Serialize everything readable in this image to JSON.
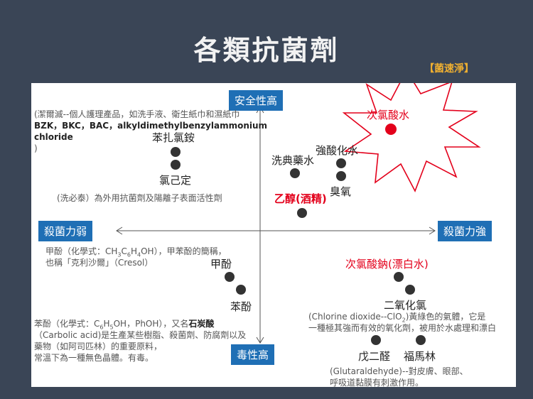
{
  "title": "各類抗菌劑",
  "tag": "【菌速淨】",
  "axes": {
    "top": "安全性高",
    "bottom": "毒性高",
    "left": "殺菌力弱",
    "right": "殺菌力強"
  },
  "agents": {
    "hypochlorous": "次氯酸水",
    "benzalkonium": "苯扎氯銨",
    "chlorhexidine": "氯己定",
    "hibitane": "洗典藥水",
    "strong_acid": "強酸化水",
    "ozone": "臭氧",
    "ethanol": "乙醇(酒精)",
    "cresol": "甲酚",
    "phenol": "苯酚",
    "sodium_hypochlorite": "次氯酸鈉(漂白水)",
    "chlorine_dioxide": "二氧化氯",
    "glutaraldehyde": "戊二醛",
    "formalin": "福馬林"
  },
  "notes": {
    "bzk_line1": "(潔爾滅--個人護理產品，如洗手液、衛生紙巾和濕紙巾",
    "bzk_line2": "BZK，BKC，BAC，alkyldimethylbenzylammonium",
    "bzk_line3": " chloride",
    "bzk_line4": ")",
    "hibitane_note": "(洗必泰）為外用抗菌劑及陽離子表面活性劑",
    "cresol_line1_a": "甲酚（化學式：CH",
    "cresol_line1_b": "C",
    "cresol_line1_c": "H",
    "cresol_line1_d": "OH），甲苯酚的簡稱，",
    "cresol_sub1": "3",
    "cresol_sub2": "6",
    "cresol_sub3": "4",
    "cresol_line2": "也稱「克利沙爾」（Cresol）",
    "phenol_line1_a": "苯酚（化學式：C",
    "phenol_line1_b": "H",
    "phenol_line1_c": "OH，PhOH），又名",
    "phenol_line1_d": "石炭酸",
    "phenol_sub1": "6",
    "phenol_sub2": "5",
    "phenol_line2": "（Carbolic acid)是生產某些樹脂、殺菌劑、防腐劑以及",
    "phenol_line3": "藥物（如阿司匹林）的重要原料，",
    "phenol_line4": "常溫下為一種無色晶體。有毒。",
    "clo2_line1_a": "(Chlorine dioxide--ClO",
    "clo2_sub": "2",
    "clo2_line1_b": ")黃綠色的氣體，它是",
    "clo2_line2": "一種極其強而有效的氧化劑，被用於水處理和漂白",
    "glut_line1": "(Glutaraldehyde)--對皮膚、眼部、",
    "glut_line2": "呼吸道黏膜有刺激作用。"
  }
}
